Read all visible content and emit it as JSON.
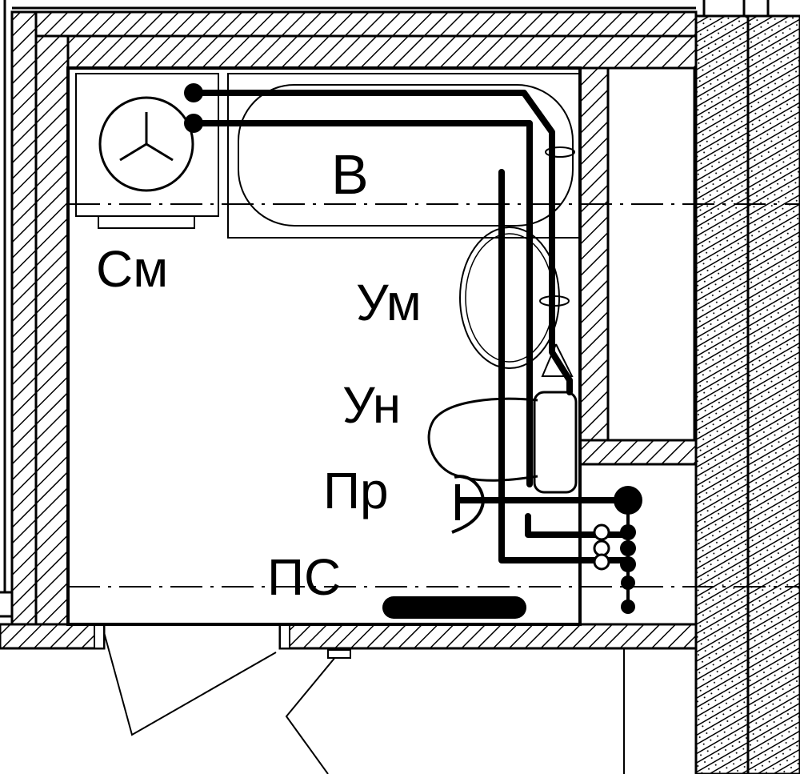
{
  "labels": {
    "washer": "См",
    "bathtub": "В",
    "washbasin": "Ум",
    "toilet": "Ун",
    "bidet": "Пр",
    "heated_towel_rail": "ПС"
  },
  "colors": {
    "ink": "#000000",
    "paper": "#ffffff"
  },
  "icons": {
    "washer": "washer-icon"
  }
}
